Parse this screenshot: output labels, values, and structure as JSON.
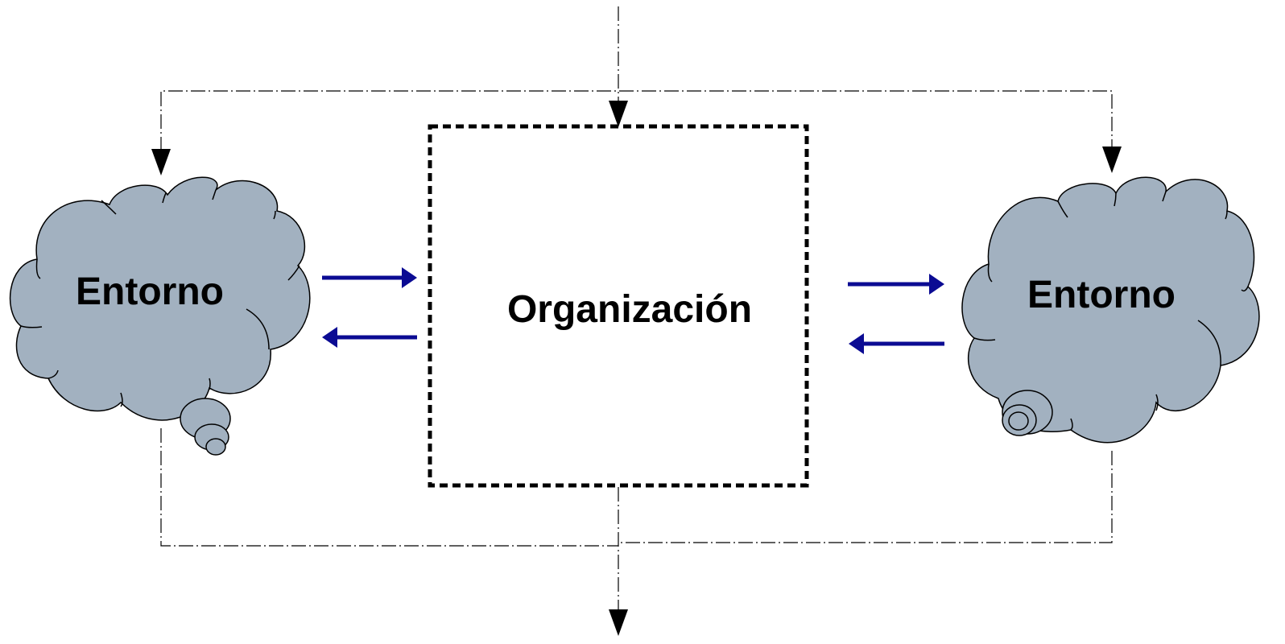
{
  "diagram": {
    "organization_label": "Organización",
    "left_environment_label": "Entorno",
    "right_environment_label": "Entorno"
  },
  "colors": {
    "cloud_fill": "#a2b1c0",
    "exchange_arrow": "#0b0b93",
    "flow_line": "#000000",
    "box_border": "#000000"
  },
  "icons": {
    "clouds": "thought-cloud-icon",
    "arrows": "arrow-icon"
  }
}
